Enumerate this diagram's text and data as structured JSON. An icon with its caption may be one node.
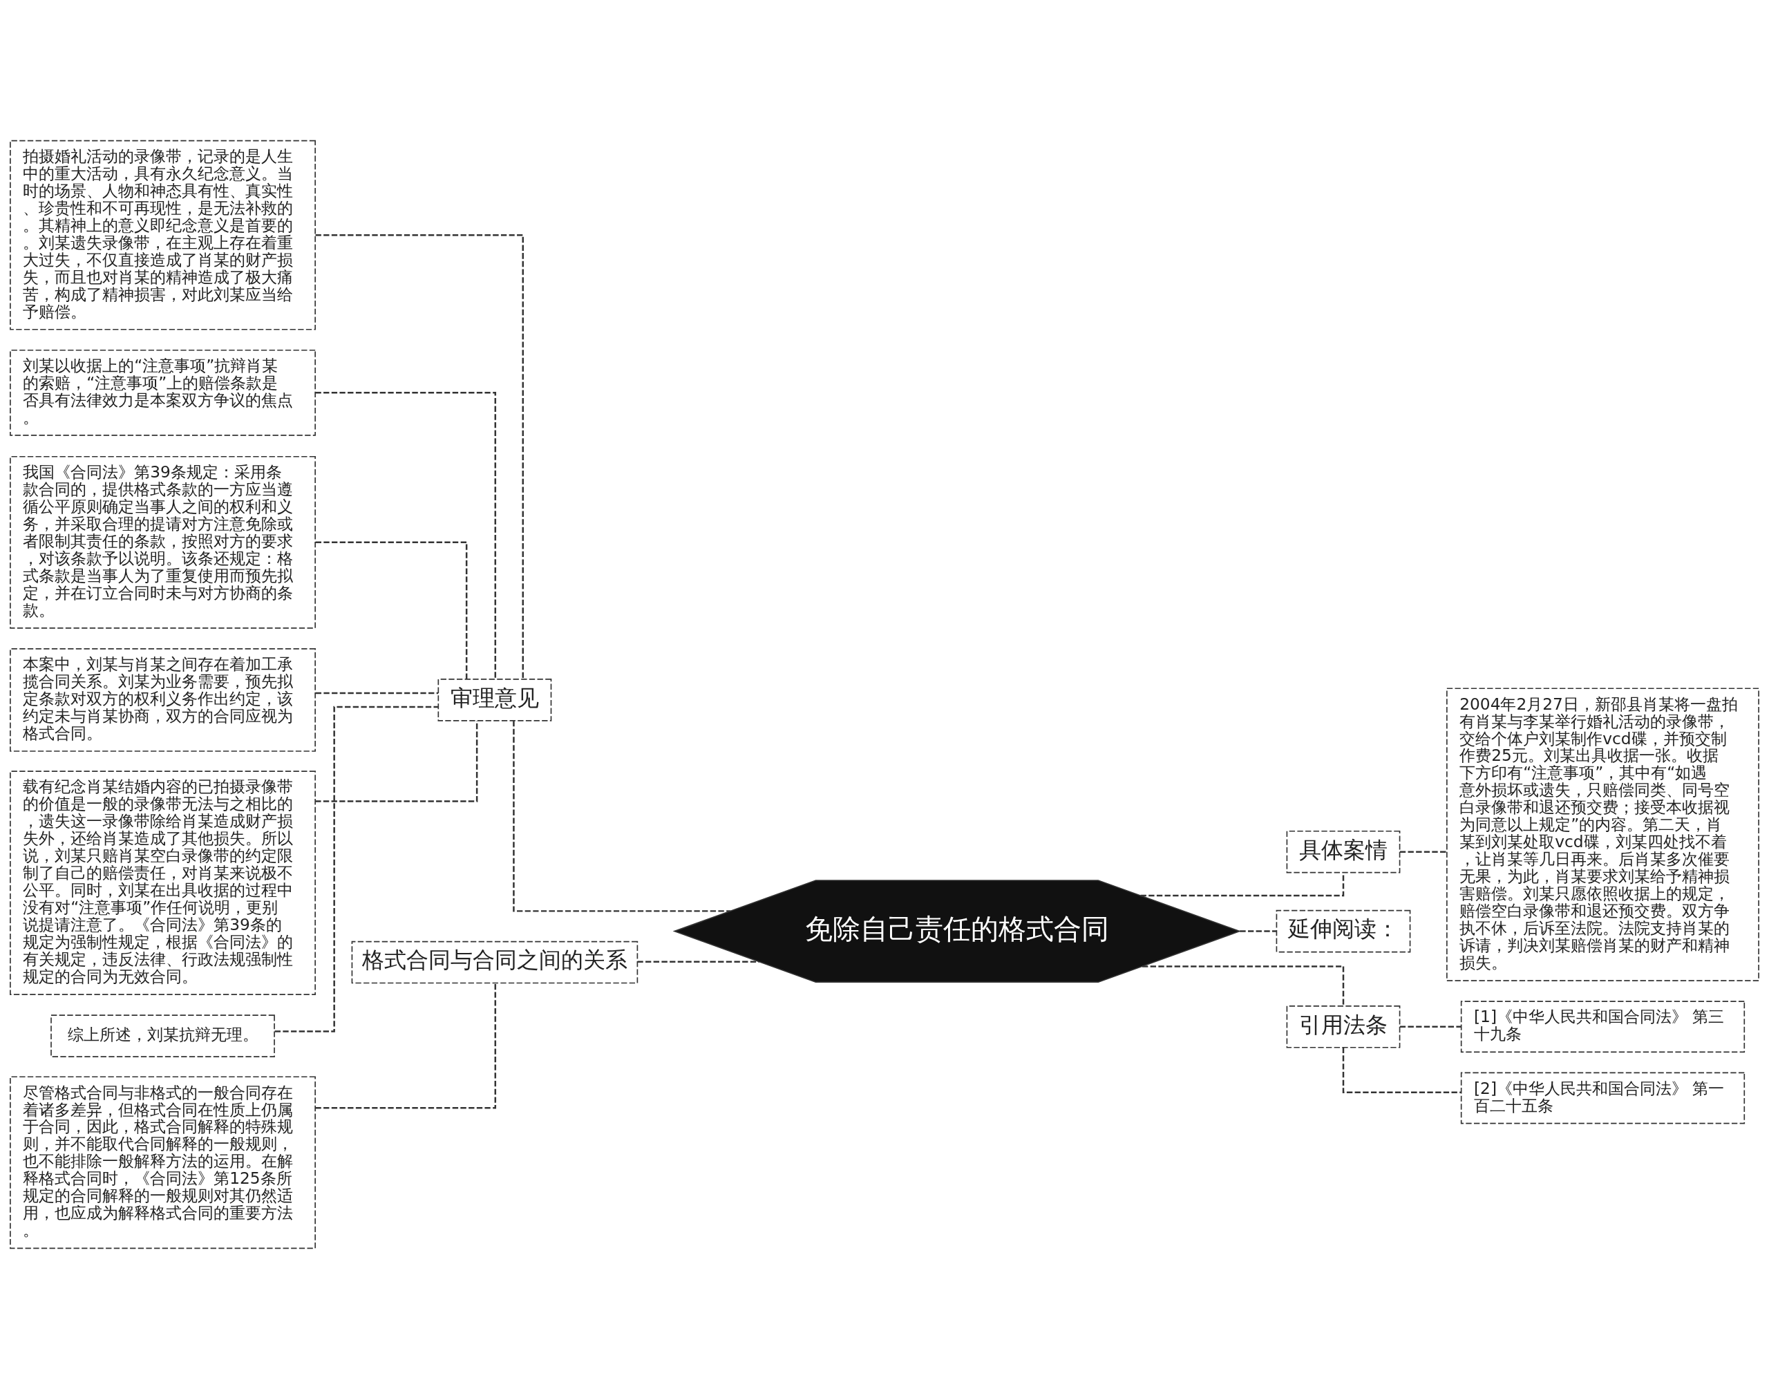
{
  "diagram": {
    "nodes": [
      {
        "text": [
          "免除自己责任的格式合同"
        ]
      },
      {
        "text": [
          "审理意见"
        ]
      },
      {
        "text": [
          "拍摄婚礼活动的录像带，记录的是人生中的重大活动，具有永久纪念意义。当时的场景、人物和神态具有性、真实性、珍贵性和不可再现性，是无法补救的。其精神上的意义即纪念意义是首要的。刘某遗失录像带，在主观上存在着重大过失，不仅直接造成了肖某的财产损失，而且也对肖某的精神造成了极大痛苦，构成了精神损害，对此刘某应当给予赔偿。"
        ]
      },
      {
        "text": [
          "刘某以收据上的“注意事项”抗辩肖某的索赔，“注意事项”上的赔偿条款是否具有法律效力是本案双方争议的焦点。"
        ]
      },
      {
        "text": [
          "我国《合同法》第39条规定：采用条款合同的，提供格式条款的一方应当遵循公平原则确定当事人之间的权利和义务，并采取合理的提请对方注意免除或者限制其责任的条款，按照对方的要求，对该条款予以说明。该条还规定：格式条款是当事人为了重复使用而预先拟定，并在订立合同时未与对方协商的条款。"
        ]
      },
      {
        "text": [
          "本案中，刘某与肖某之间存在着加工承揽合同关系。刘某为业务需要，预先拟定条款对双方的权利义务作出约定，该约定未与肖某协商，双方的合同应视为格式合同。"
        ]
      },
      {
        "text": [
          "载有纪念肖某结婚内容的已拍摄录像带的价值是一般的录像带无法与之相比的，遗失这一录像带除给肖某造成财产损失外，还给肖某造成了其他损失。所以说，刘某只赔肖某空白录像带的约定限制了自己的赔偿责任，对肖某来说极不公平。同时，刘某在出具收据的过程中没有对“注意事项”作任何说明，更别说提请注意了。《合同法》第39条的规定为强制性规定，根据《合同法》的有关规定，违反法律、行政法规强制性规定的合同为无效合同。"
        ]
      },
      {
        "text": [
          "综上所述，刘某抗辩无理。"
        ]
      },
      {
        "text": [
          "格式合同与合同之间的关系"
        ]
      },
      {
        "text": [
          "尽管格式合同与非格式的一般合同存在着诸多差异，但格式合同在性质上仍属于合同，因此，格式合同解释的特殊规则，并不能取代合同解释的一般规则，也不能排除一般解释方法的运用。在解释格式合同时，《合同法》第125条所规定的合同解释的一般规则对其仍然适用，也应成为解释格式合同的重要方法。"
        ]
      },
      {
        "text": [
          "具体案情"
        ]
      },
      {
        "text": [
          "2004年2月27日，新邵县肖某将一盘拍有肖某与李某举行婚礼活动的录像带，交给个体户刘某制作vcd碟，并预交制作费25元。刘某出具收据一张。收据下方印有“注意事项”，其中有“如遇意外损坏或遗失，只赔偿同类、同号空白录像带和退还预交费；接受本收据视为同意以上规定”的内容。第二天，肖某到刘某处取vcd碟，刘某四处找不着，让肖某等几日再来。后肖某多次催要无果，为此，肖某要求刘某给予精神损害赔偿。刘某只愿依照收据上的规定，赔偿空白录像带和退还预交费。双方争执不休，后诉至法院。法院支持肖某的诉请，判决刘某赔偿肖某的财产和精神损失。"
        ]
      },
      {
        "text": [
          "延伸阅读："
        ]
      },
      {
        "text": [
          "引用法条"
        ]
      },
      {
        "text": [
          "[1]《中华人民共和国合同法》 第三十九条"
        ]
      },
      {
        "text": [
          "[2]《中华人民共和国合同法》 第一百二十五条"
        ]
      }
    ],
    "edges": [
      {
        "from": 0,
        "to": 1,
        "arrow": "none",
        "style": "dashed"
      },
      {
        "from": 1,
        "to": 2,
        "arrow": "none",
        "style": "dashed"
      },
      {
        "from": 1,
        "to": 3,
        "arrow": "none",
        "style": "dashed"
      },
      {
        "from": 1,
        "to": 4,
        "arrow": "none",
        "style": "dashed"
      },
      {
        "from": 1,
        "to": 5,
        "arrow": "none",
        "style": "dashed"
      },
      {
        "from": 1,
        "to": 6,
        "arrow": "none",
        "style": "dashed"
      },
      {
        "from": 1,
        "to": 7,
        "arrow": "none",
        "style": "dashed"
      },
      {
        "from": 0,
        "to": 8,
        "arrow": "none",
        "style": "dashed"
      },
      {
        "from": 8,
        "to": 9,
        "arrow": "none",
        "style": "dashed"
      },
      {
        "from": 0,
        "to": 10,
        "arrow": "none",
        "style": "dashed"
      },
      {
        "from": 10,
        "to": 11,
        "arrow": "none",
        "style": "dashed"
      },
      {
        "from": 0,
        "to": 12,
        "arrow": "none",
        "style": "dashed"
      },
      {
        "from": 0,
        "to": 13,
        "arrow": "none",
        "style": "dashed"
      },
      {
        "from": 13,
        "to": 14,
        "arrow": "none",
        "style": "dashed"
      },
      {
        "from": 13,
        "to": 15,
        "arrow": "none",
        "style": "dashed"
      }
    ]
  }
}
